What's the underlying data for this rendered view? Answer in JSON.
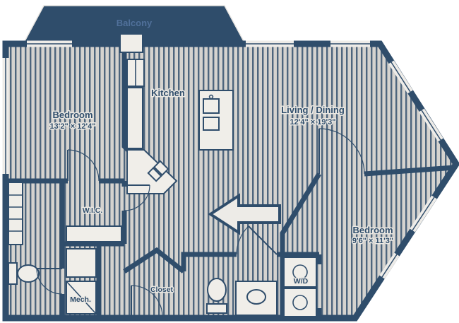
{
  "title": "Apartment floor plan",
  "colors": {
    "wall": "#2f4d6b",
    "floor": "#d5d3cf",
    "fixture": "#f0eee9",
    "halo": "#ebe9e4",
    "balcony_text": "#50709a"
  },
  "labels": {
    "balcony": "Balcony",
    "bedroom1": {
      "name": "Bedroom",
      "dims": "13'2\" × 12'4\""
    },
    "kitchen": {
      "name": "Kitchen"
    },
    "living": {
      "name": "Living / Dining",
      "dims": "12'4\" × 19'3\""
    },
    "bedroom2": {
      "name": "Bedroom",
      "dims": "9'6\" × 11'3\""
    },
    "wic": "W.I.C.",
    "mech": "Mech.",
    "closet": "Closet",
    "wd": "W/D"
  }
}
